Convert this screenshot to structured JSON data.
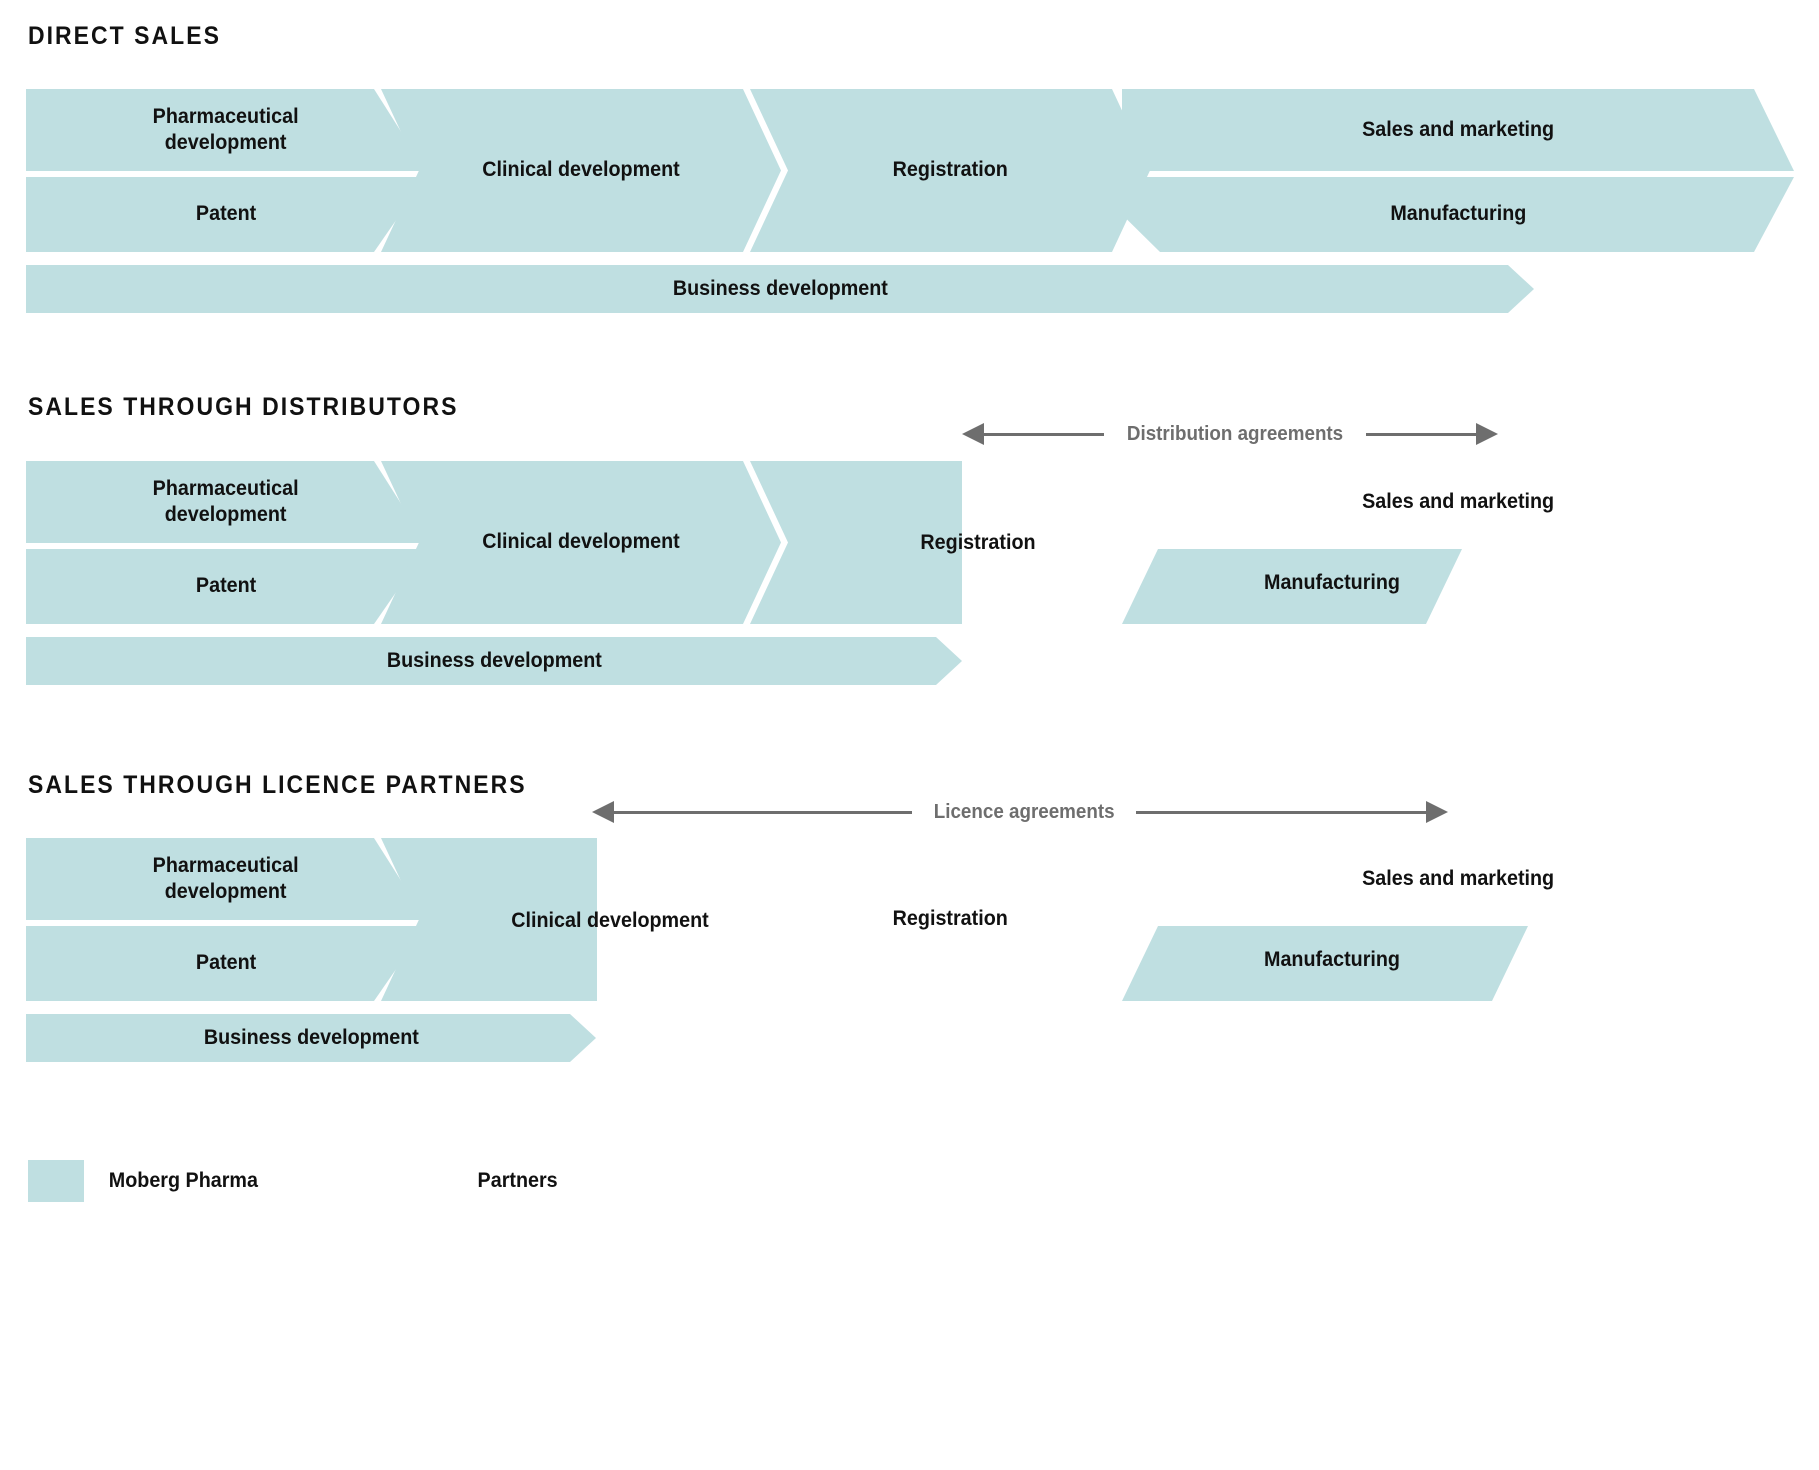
{
  "diagram": {
    "title_hidden": "",
    "colors": {
      "moberg_fill": "#bfdfe1",
      "arrow_gray": "#6e6e6e",
      "text_black": "#111111",
      "background": "#ffffff"
    },
    "sections": [
      {
        "id": "direct-sales",
        "heading": "DIRECT SALES",
        "agreement": null,
        "stages": [
          {
            "label": "Pharmaceutical\ndevelopment",
            "owner": "moberg"
          },
          {
            "label": "Patent",
            "owner": "moberg"
          },
          {
            "label": "Clinical development",
            "owner": "moberg"
          },
          {
            "label": "Registration",
            "owner": "moberg"
          },
          {
            "label": "Sales and marketing",
            "owner": "moberg"
          },
          {
            "label": "Manufacturing",
            "owner": "moberg"
          },
          {
            "label": "Business development",
            "owner": "moberg"
          }
        ]
      },
      {
        "id": "sales-through-distributors",
        "heading": "SALES THROUGH DISTRIBUTORS",
        "agreement": "Distribution agreements",
        "stages": [
          {
            "label": "Pharmaceutical\ndevelopment",
            "owner": "moberg"
          },
          {
            "label": "Patent",
            "owner": "moberg"
          },
          {
            "label": "Clinical development",
            "owner": "moberg"
          },
          {
            "label": "Registration",
            "owner": "moberg"
          },
          {
            "label": "Sales and marketing",
            "owner": "partners"
          },
          {
            "label": "Manufacturing",
            "owner": "moberg"
          },
          {
            "label": "Business development",
            "owner": "moberg"
          }
        ]
      },
      {
        "id": "sales-through-licence-partners",
        "heading": "SALES THROUGH LICENCE PARTNERS",
        "agreement": "Licence agreements",
        "stages": [
          {
            "label": "Pharmaceutical\ndevelopment",
            "owner": "moberg"
          },
          {
            "label": "Patent",
            "owner": "moberg"
          },
          {
            "label": "Clinical development",
            "owner": "moberg"
          },
          {
            "label": "Registration",
            "owner": "partners"
          },
          {
            "label": "Sales and marketing",
            "owner": "partners"
          },
          {
            "label": "Manufacturing",
            "owner": "moberg"
          },
          {
            "label": "Business development",
            "owner": "moberg"
          }
        ]
      }
    ],
    "legend": [
      {
        "label": "Moberg Pharma",
        "swatch": "filled"
      },
      {
        "label": "Partners",
        "swatch": "none"
      }
    ]
  }
}
